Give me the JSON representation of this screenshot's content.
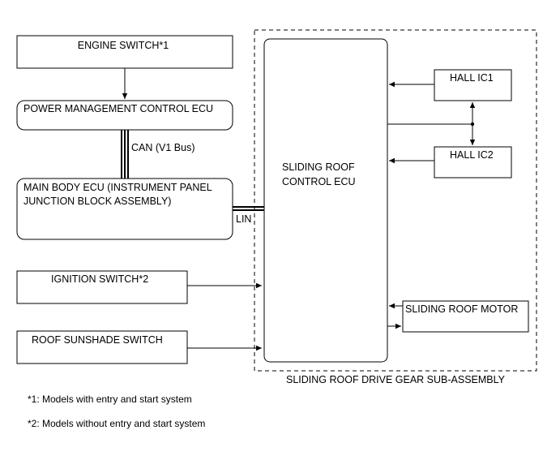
{
  "blocks": {
    "engine_switch": "ENGINE SWITCH*1",
    "power_mgmt_ecu": "POWER MANAGEMENT CONTROL ECU",
    "main_body_ecu_line1": "MAIN BODY ECU (INSTRUMENT PANEL",
    "main_body_ecu_line2": "JUNCTION BLOCK ASSEMBLY)",
    "ignition_switch": "IGNITION SWITCH*2",
    "roof_sunshade_switch": "ROOF SUNSHADE SWITCH",
    "sliding_roof_ecu_line1": "SLIDING ROOF",
    "sliding_roof_ecu_line2": "CONTROL ECU",
    "hall_ic1": "HALL IC1",
    "hall_ic2": "HALL IC2",
    "sliding_roof_motor": "SLIDING ROOF MOTOR"
  },
  "buses": {
    "can": "CAN (V1 Bus)",
    "lin": "LIN"
  },
  "assembly_label": "SLIDING ROOF DRIVE GEAR SUB-ASSEMBLY",
  "footnotes": {
    "note1": "*1: Models with entry and start system",
    "note2": "*2: Models without entry and start system"
  }
}
